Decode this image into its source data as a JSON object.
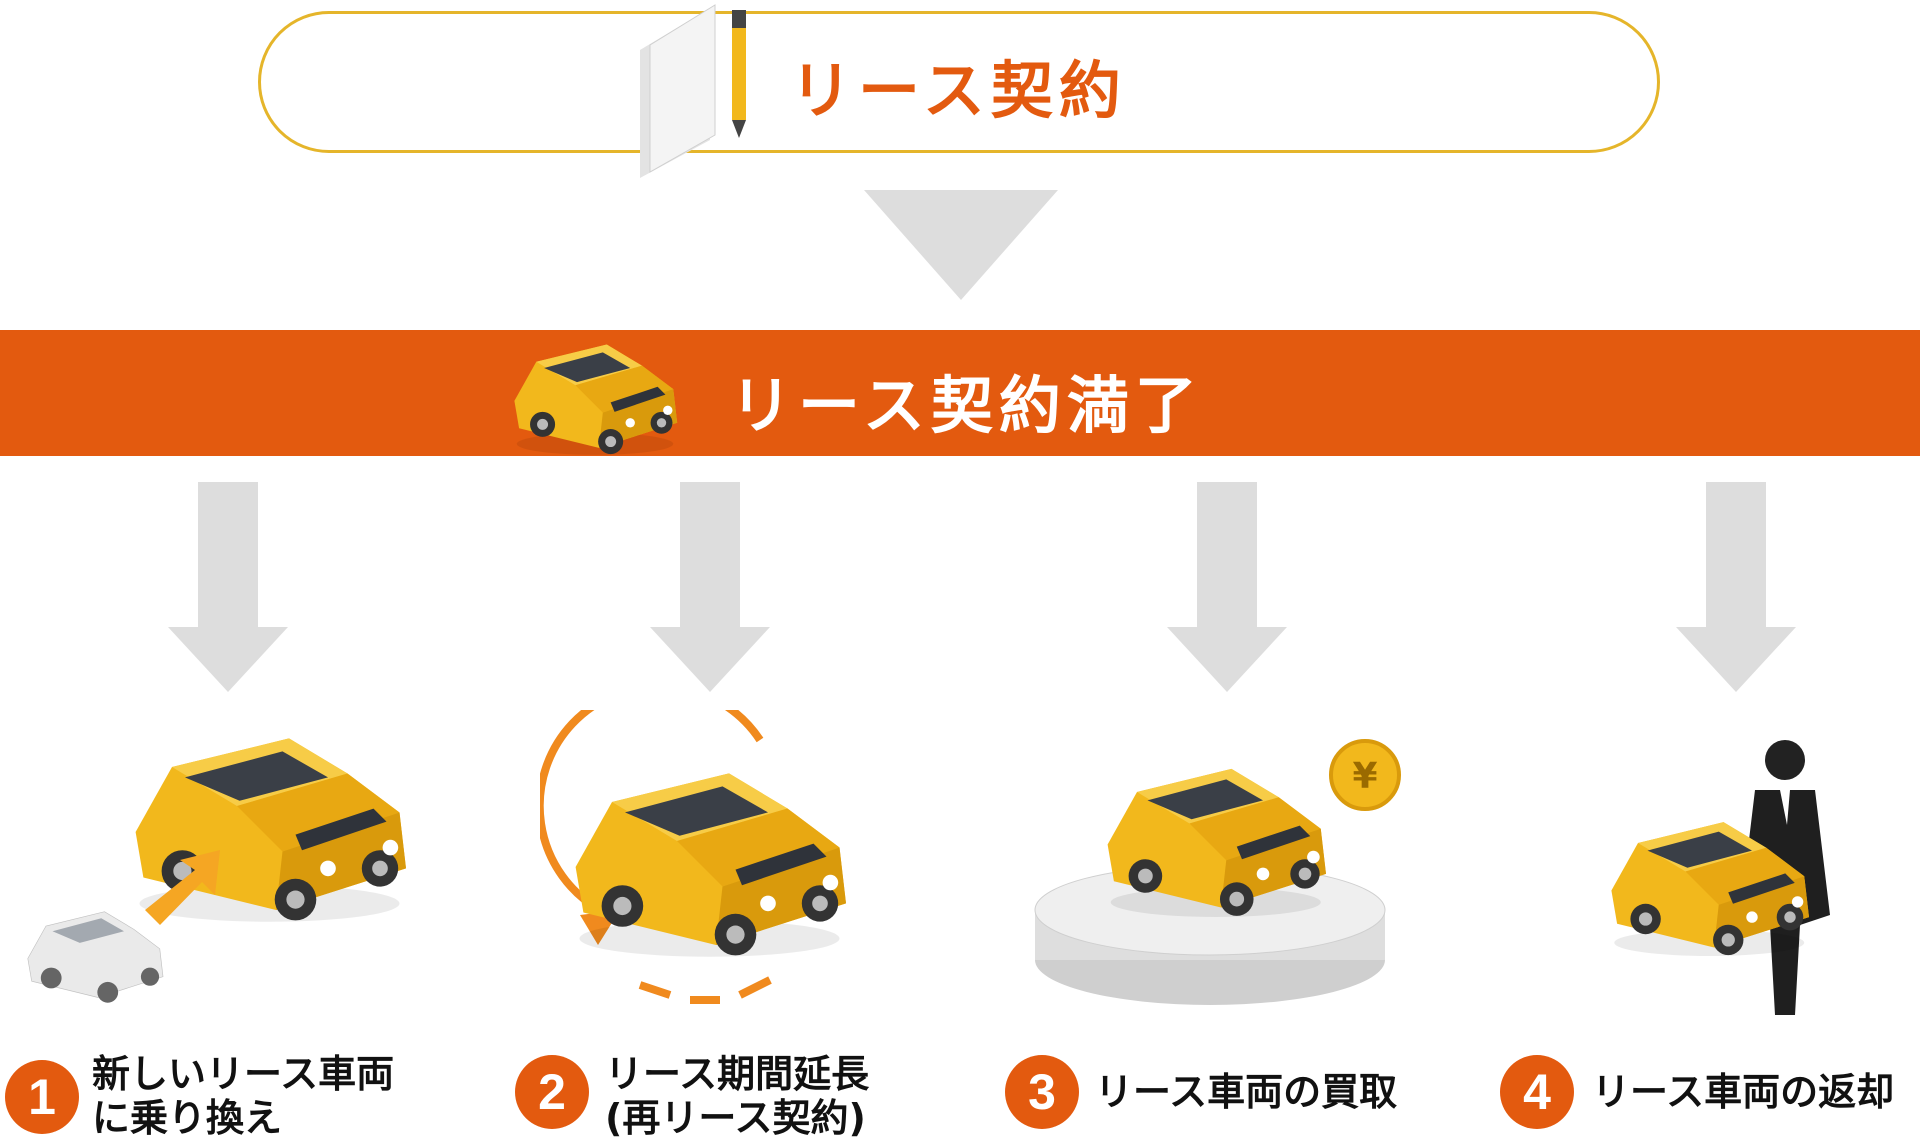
{
  "top": {
    "title": "リース契約"
  },
  "band": {
    "title": "リース契約満了"
  },
  "options": [
    {
      "number": "1",
      "line1": "新しいリース車両",
      "line2": "に乗り換え"
    },
    {
      "number": "2",
      "line1": "リース期間延長",
      "line2": "(再リース契約)"
    },
    {
      "number": "3",
      "line1": "リース車両の買取",
      "line2": ""
    },
    {
      "number": "4",
      "line1": "リース車両の返却",
      "line2": ""
    }
  ],
  "icons": {
    "document": "document-pen-icon",
    "car": "car-icon",
    "coin": "yen-coin-icon",
    "person": "businessman-icon"
  },
  "colors": {
    "accent": "#e35a0f",
    "pill_border": "#e5b52a",
    "car_body": "#f2b81c",
    "arrow_gray": "#dddddd"
  }
}
